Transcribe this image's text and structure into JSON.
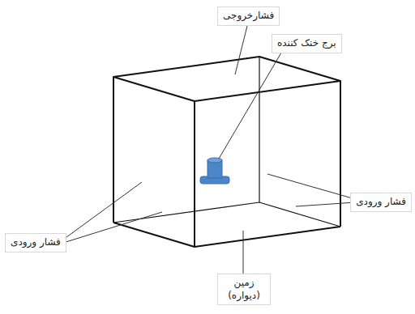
{
  "diagram": {
    "labels": [
      "فشارخروجی",
      "برج خنک کننده",
      "فشار ورودی",
      "فشار ورودی",
      "زمین (دیواره)"
    ]
  }
}
